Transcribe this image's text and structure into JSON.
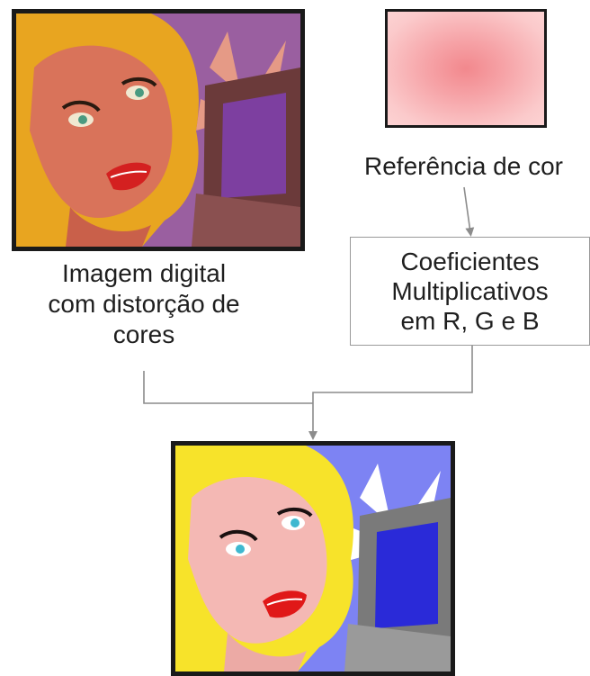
{
  "reference_label": "Referência de cor",
  "input_image_label": [
    "Imagem digital",
    "com distorção de",
    "cores"
  ],
  "coefficients_box": [
    "Coeficientes",
    "Multiplicativos",
    "em R, G e B"
  ],
  "colors": {
    "reference_swatch": "#f2888d",
    "connector": "#8c8c8c",
    "distorted_background": "#9a5fa0",
    "corrected_background": "#7d83f3"
  }
}
